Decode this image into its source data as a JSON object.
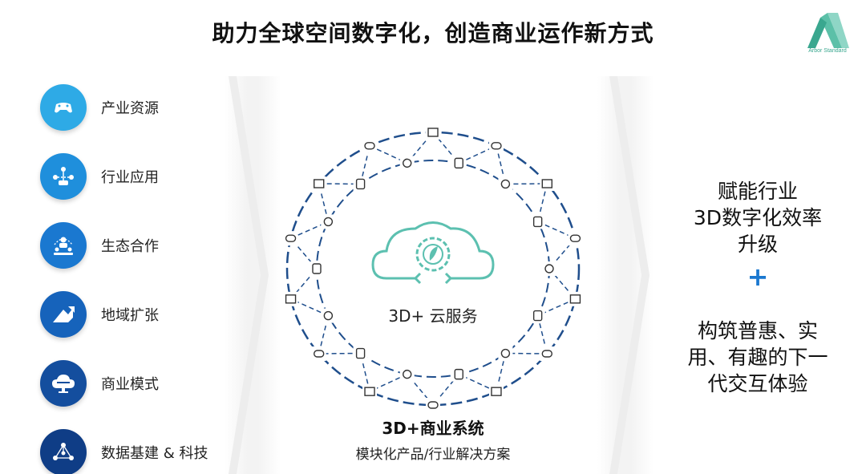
{
  "title": "助力全球空间数字化，创造商业运作新方式",
  "logo": {
    "name": "Arbor Standard",
    "accent": "#3aa78f"
  },
  "left_items": [
    {
      "label": "产业资源",
      "icon": "gamepad-icon",
      "color": "#2eaae6"
    },
    {
      "label": "行业应用",
      "icon": "network-people-icon",
      "color": "#1f8fdc"
    },
    {
      "label": "生态合作",
      "icon": "collaboration-icon",
      "color": "#1a78d0"
    },
    {
      "label": "地域扩张",
      "icon": "expansion-arrow-icon",
      "color": "#1663bb"
    },
    {
      "label": "商业模式",
      "icon": "cloud-business-icon",
      "color": "#144e9e"
    },
    {
      "label": "数据基建 & 科技",
      "icon": "data-node-icon",
      "color": "#0f3d86"
    }
  ],
  "center": {
    "cloud_label": "3D+ 云服务",
    "system_label": "3D+商业系统",
    "system_sub": "模块化产品/行业解决方案",
    "ring_color": "#1f4e8c",
    "cloud_color": "#5cc0b0"
  },
  "right": {
    "line1": [
      "赋能行业",
      "3D数字化效率",
      "升级"
    ],
    "plus": "+",
    "line2": [
      "构筑普惠、实",
      "用、有趣的下一",
      "代交互体验"
    ],
    "plus_color": "#1a78d0"
  }
}
